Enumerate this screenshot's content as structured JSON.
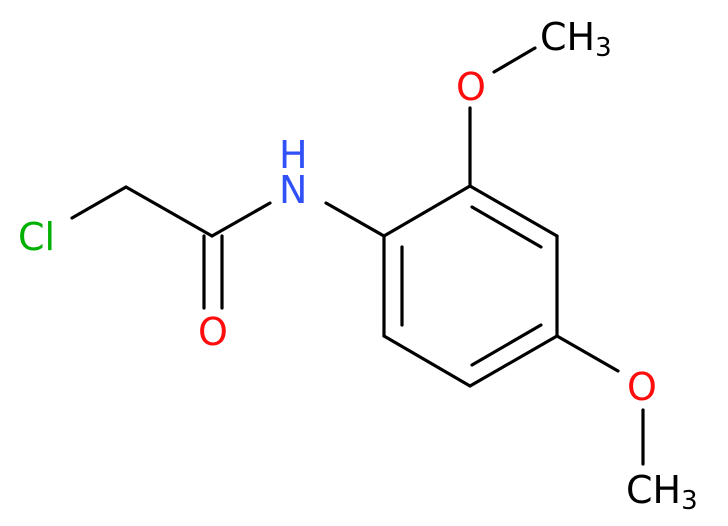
{
  "molecule": {
    "atoms": {
      "cl": {
        "symbol": "Cl",
        "color": "#00b000"
      },
      "n": {
        "symbol": "N",
        "color": "#3050f8",
        "hydrogen": "H"
      },
      "o_carbonyl": {
        "symbol": "O",
        "color": "#ff0d0d"
      },
      "o_methoxy_2": {
        "symbol": "O",
        "color": "#ff0d0d"
      },
      "o_methoxy_4": {
        "symbol": "O",
        "color": "#ff0d0d"
      },
      "ch3_top": {
        "symbol": "CH",
        "subscript": "3",
        "color": "#000000"
      },
      "ch3_bottom": {
        "symbol": "CH",
        "subscript": "3",
        "color": "#000000"
      }
    }
  }
}
